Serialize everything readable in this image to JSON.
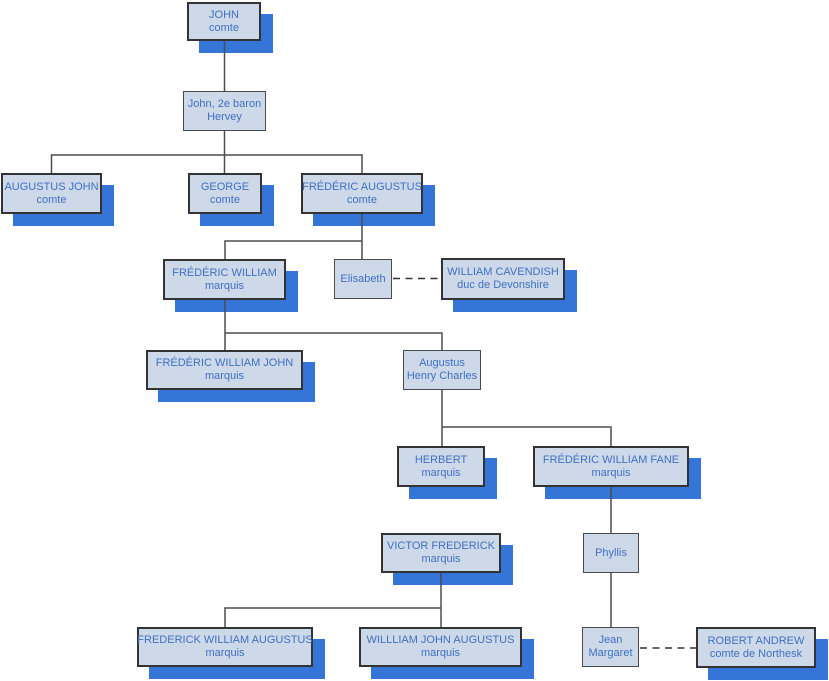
{
  "diagram": {
    "type": "family-tree",
    "colors": {
      "box_fill": "#cdd9e9",
      "box_border": "#333333",
      "box_shadow_blue": "#3575d8",
      "text_blue": "#4070c0",
      "connector_gray": "#4d4d4d",
      "background": "#ffffff"
    },
    "nodes": [
      {
        "id": "john",
        "line1": "JOHN",
        "line2": "comte"
      },
      {
        "id": "john-2e-baron-hervey",
        "line1": "John, 2e baron",
        "line2": "Hervey"
      },
      {
        "id": "augustus-john",
        "line1": "AUGUSTUS JOHN",
        "line2": "comte"
      },
      {
        "id": "george",
        "line1": "GEORGE",
        "line2": "comte"
      },
      {
        "id": "frederic-augustus",
        "line1": "FRÉDÉRIC AUGUSTUS",
        "line2": "comte"
      },
      {
        "id": "frederic-william",
        "line1": "FRÉDÉRIC WILLIAM",
        "line2": "marquis"
      },
      {
        "id": "elisabeth",
        "line1": "Elisabeth",
        "line2": ""
      },
      {
        "id": "william-cavendish",
        "line1": "WILLIAM CAVENDISH",
        "line2": "duc de Devonshire"
      },
      {
        "id": "frederic-william-john",
        "line1": "FRÉDÉRIC WILLIAM JOHN",
        "line2": "marquis"
      },
      {
        "id": "augustus-henry-charles",
        "line1": "Augustus",
        "line2": "Henry Charles"
      },
      {
        "id": "herbert",
        "line1": "HERBERT",
        "line2": "marquis"
      },
      {
        "id": "frederic-william-fane",
        "line1": "FRÉDÉRIC WILLIAM FANE",
        "line2": "marquis"
      },
      {
        "id": "victor-frederick",
        "line1": "VICTOR FREDERICK",
        "line2": "marquis"
      },
      {
        "id": "phyllis",
        "line1": "Phyllis",
        "line2": ""
      },
      {
        "id": "frederick-william-augustus",
        "line1": "FREDERICK WILLIAM AUGUSTUS",
        "line2": "marquis"
      },
      {
        "id": "willliam-john-augustus",
        "line1": "WILLLIAM JOHN AUGUSTUS",
        "line2": "marquis"
      },
      {
        "id": "jean-margaret",
        "line1": "Jean",
        "line2": "Margaret"
      },
      {
        "id": "robert-andrew",
        "line1": "ROBERT ANDREW",
        "line2": "comte de Northesk"
      }
    ],
    "relationships": [
      {
        "type": "descent",
        "from": "john",
        "to": [
          "john-2e-baron-hervey"
        ]
      },
      {
        "type": "descent",
        "from": "john-2e-baron-hervey",
        "to": [
          "augustus-john",
          "george",
          "frederic-augustus"
        ]
      },
      {
        "type": "descent",
        "from": "frederic-augustus",
        "to": [
          "frederic-william",
          "elisabeth"
        ]
      },
      {
        "type": "marriage",
        "between": [
          "elisabeth",
          "william-cavendish"
        ]
      },
      {
        "type": "descent",
        "from": "frederic-william",
        "to": [
          "frederic-william-john",
          "augustus-henry-charles"
        ]
      },
      {
        "type": "descent",
        "from": "augustus-henry-charles",
        "to": [
          "herbert",
          "frederic-william-fane"
        ]
      },
      {
        "type": "descent",
        "from": "frederic-william-fane",
        "to": [
          "phyllis"
        ]
      },
      {
        "type": "descent",
        "from": "victor-frederick",
        "to": [
          "frederick-william-augustus",
          "willliam-john-augustus"
        ]
      },
      {
        "type": "descent",
        "from": "phyllis",
        "to": [
          "jean-margaret"
        ]
      },
      {
        "type": "marriage",
        "between": [
          "jean-margaret",
          "robert-andrew"
        ]
      }
    ]
  }
}
